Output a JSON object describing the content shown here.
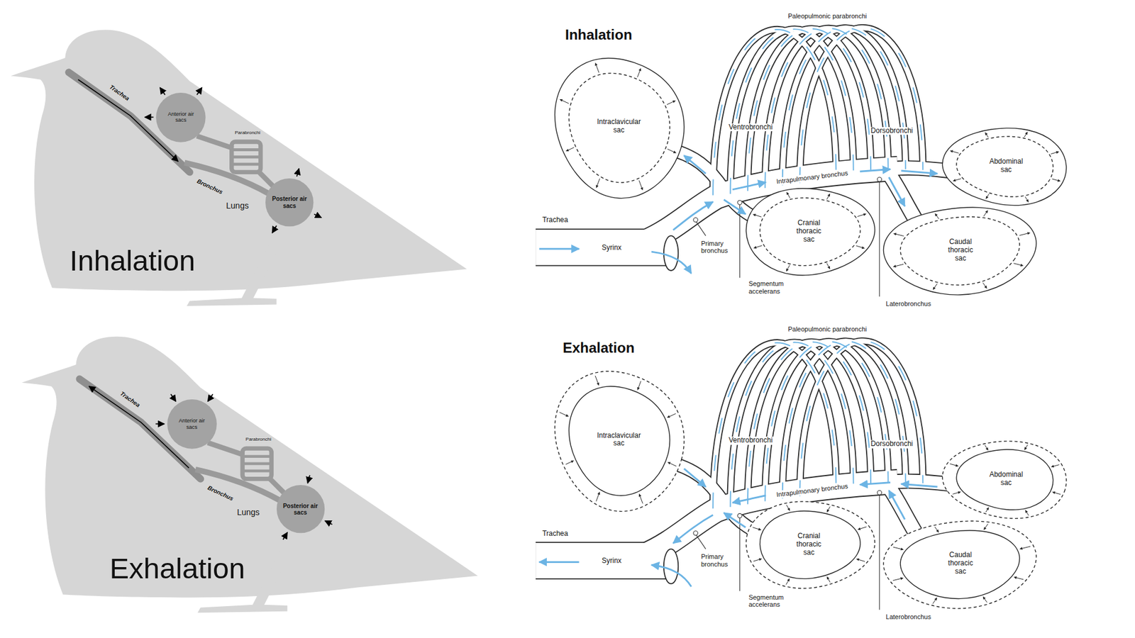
{
  "diagram": {
    "nodes": [
      {
        "text": [
          "Anterior air sacs"
        ]
      },
      {
        "text": [
          "Posterior air sacs"
        ]
      },
      {
        "text": [
          "Intraclavicular sac"
        ]
      },
      {
        "text": [
          "Cranial thoracic sac"
        ]
      },
      {
        "text": [
          "Caudal thoracic sac"
        ]
      },
      {
        "text": [
          "Abdominal sac"
        ]
      },
      {
        "text": [
          "Anterior air sacs"
        ]
      },
      {
        "text": [
          "Posterior air sacs"
        ]
      },
      {
        "text": [
          "Intraclavicular sac"
        ]
      },
      {
        "text": [
          "Cranial thoracic sac"
        ]
      },
      {
        "text": [
          "Caudal thoracic sac"
        ]
      },
      {
        "text": [
          "Abdominal sac"
        ]
      }
    ],
    "labels": [
      "Trachea",
      "Parabronchi",
      "Bronchus",
      "Lungs",
      "Inhalation",
      "Inhalation",
      "Paleopulmonic parabronchi",
      "Ventrobronchi",
      "Dorsobronchi",
      "Intrapulmonary bronchus",
      "Trachea",
      "Syrinx",
      "Primary bronchus",
      "Segmentum accelerans",
      "Laterobronchus",
      "Trachea",
      "Parabronchi",
      "Bronchus",
      "Lungs",
      "Exhalation",
      "Exhalation",
      "Paleopulmonic parabronchi",
      "Ventrobronchi",
      "Dorsobronchi",
      "Intrapulmonary bronchus",
      "Trachea",
      "Syrinx",
      "Primary bronchus",
      "Segmentum accelerans",
      "Laterobronchus"
    ]
  }
}
